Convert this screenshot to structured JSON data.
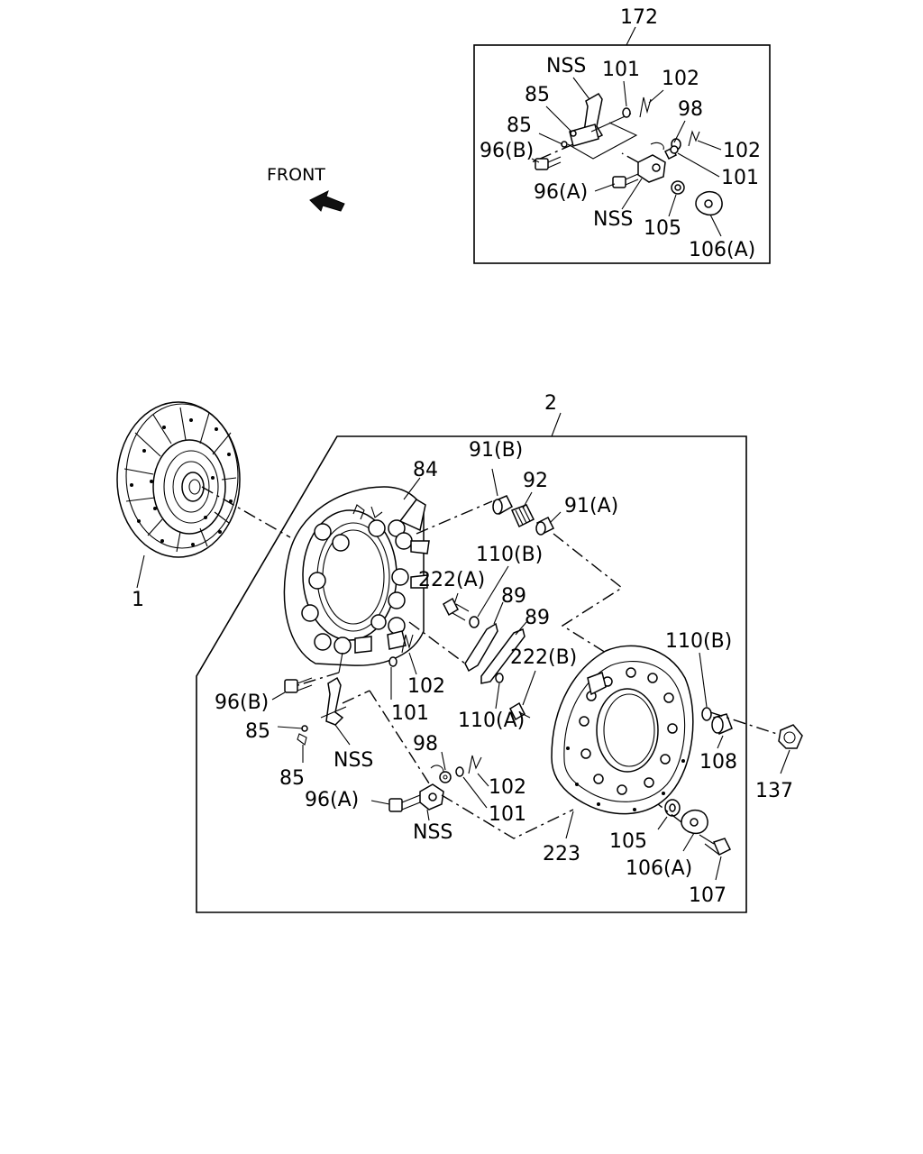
{
  "direction_label": "FRONT",
  "labels": {
    "l172": "172",
    "l2": "2",
    "l1": "1",
    "inset_nss_top": "NSS",
    "inset_101a": "101",
    "inset_102a": "102",
    "inset_85a": "85",
    "inset_98": "98",
    "inset_85b": "85",
    "inset_96b": "96(B)",
    "inset_102b": "102",
    "inset_101b": "101",
    "inset_96a": "96(A)",
    "inset_nss_bot": "NSS",
    "inset_105": "105",
    "inset_106a": "106(A)",
    "m84": "84",
    "m91b": "91(B)",
    "m92": "92",
    "m91a": "91(A)",
    "m110b_top": "110(B)",
    "m222a": "222(A)",
    "m89a": "89",
    "m89b": "89",
    "m222b": "222(B)",
    "m102a": "102",
    "m101a": "101",
    "m110a": "110(A)",
    "m110b_right": "110(B)",
    "m96b": "96(B)",
    "m85a": "85",
    "m nss_a": "NSS",
    "m85b": "85",
    "m98": "98",
    "m102b": "102",
    "m96a": "96(A)",
    "m101b": "101",
    "m nss_b": "NSS",
    "m223": "223",
    "m105": "105",
    "m106a": "106(A)",
    "m107": "107",
    "m108": "108",
    "m137": "137"
  }
}
